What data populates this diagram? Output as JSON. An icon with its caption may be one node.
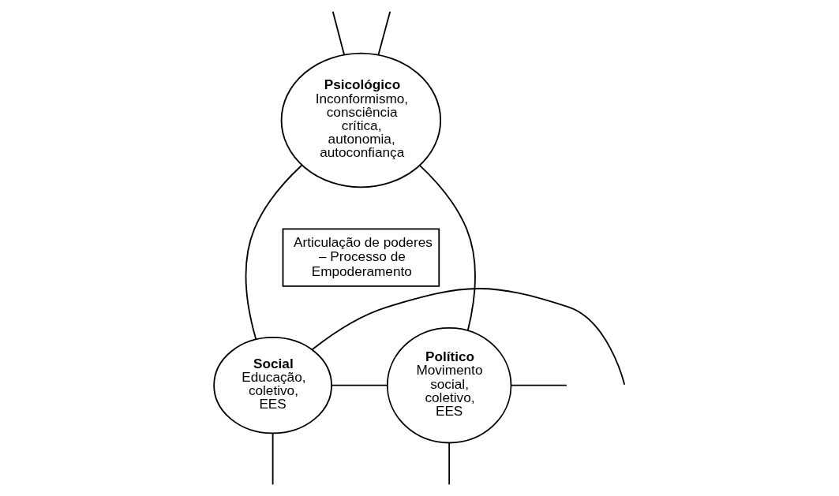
{
  "diagram": {
    "nodes": [
      {
        "text": [
          "Psicológico",
          "Inconformismo, consciência crítica, autonomia, autoconfiança"
        ]
      },
      {
        "text": [
          "Articulação de poderes – Processo de Empoderamento"
        ]
      },
      {
        "text": [
          "Social",
          "Educação, coletivo, EES"
        ]
      },
      {
        "text": [
          "Político",
          "Movimento social, coletivo, EES"
        ]
      }
    ],
    "edges": [
      {
        "from": 0,
        "to": 2,
        "arrow": "none"
      },
      {
        "from": 0,
        "to": 3,
        "arrow": "none"
      },
      {
        "from": 2,
        "to": 3,
        "arrow": "none"
      },
      {
        "from": 0,
        "to": null,
        "arrow": "none"
      },
      {
        "from": 0,
        "to": null,
        "arrow": "none"
      },
      {
        "from": 2,
        "to": null,
        "arrow": "none"
      },
      {
        "from": 2,
        "to": null,
        "arrow": "none"
      },
      {
        "from": 3,
        "to": null,
        "arrow": "none"
      },
      {
        "from": 3,
        "to": null,
        "arrow": "none"
      }
    ]
  }
}
